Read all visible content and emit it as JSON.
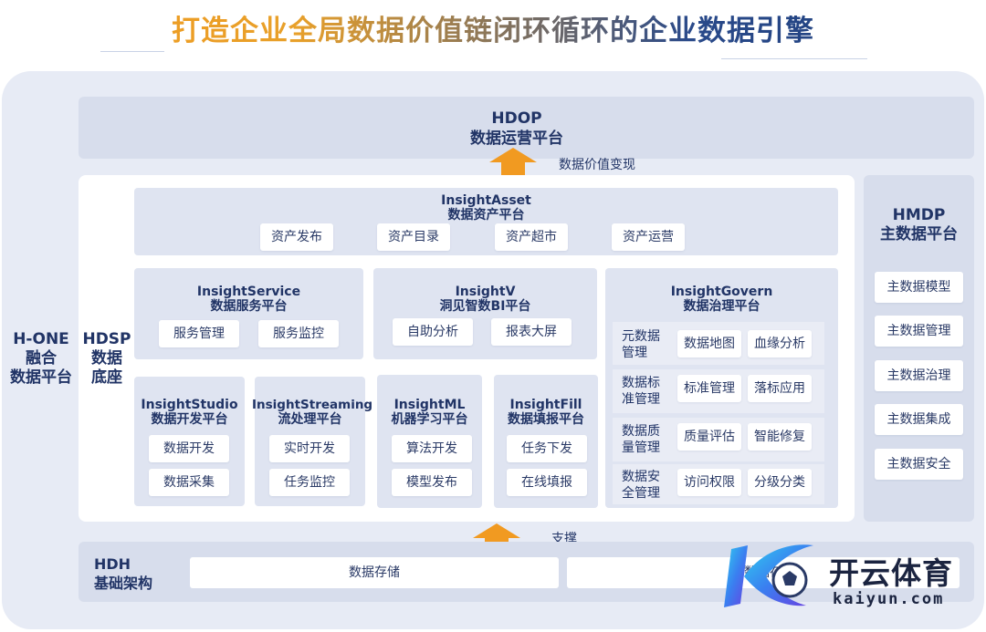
{
  "title": "打造企业全局数据价值链闭环循环的企业数据引擎",
  "hdop": {
    "name": "HDOP",
    "label": "数据运营平台"
  },
  "value_arrow_label": "数据价值变现",
  "support_arrow_label": "支撑",
  "hone": {
    "line1": "H-ONE",
    "line2": "融合",
    "line3": "数据平台"
  },
  "hdsp": {
    "line1": "HDSP",
    "line2": "数据",
    "line3": "底座"
  },
  "asset": {
    "name": "InsightAsset",
    "label": "数据资产平台",
    "items": [
      "资产发布",
      "资产目录",
      "资产超市",
      "资产运营"
    ]
  },
  "service": {
    "name": "InsightService",
    "label": "数据服务平台",
    "items": [
      "服务管理",
      "服务监控"
    ]
  },
  "insightv": {
    "name": "InsightV",
    "label": "洞见智数BI平台",
    "items": [
      "自助分析",
      "报表大屏"
    ]
  },
  "govern": {
    "name": "InsightGovern",
    "label": "数据治理平台",
    "rows": [
      {
        "label1": "元数据",
        "label2": "管理",
        "a": "数据地图",
        "b": "血缘分析"
      },
      {
        "label1": "数据标",
        "label2": "准管理",
        "a": "标准管理",
        "b": "落标应用"
      },
      {
        "label1": "数据质",
        "label2": "量管理",
        "a": "质量评估",
        "b": "智能修复"
      },
      {
        "label1": "数据安",
        "label2": "全管理",
        "a": "访问权限",
        "b": "分级分类"
      }
    ]
  },
  "studio": {
    "name": "InsightStudio",
    "label": "数据开发平台",
    "items": [
      "数据开发",
      "数据采集"
    ]
  },
  "streaming": {
    "name": "InsightStreaming",
    "label": "流处理平台",
    "items": [
      "实时开发",
      "任务监控"
    ]
  },
  "ml": {
    "name": "InsightML",
    "label": "机器学习平台",
    "items": [
      "算法开发",
      "模型发布"
    ]
  },
  "fill": {
    "name": "InsightFill",
    "label": "数据填报平台",
    "items": [
      "任务下发",
      "在线填报"
    ]
  },
  "hmdp": {
    "name": "HMDP",
    "label": "主数据平台",
    "items": [
      "主数据模型",
      "主数据管理",
      "主数据治理",
      "主数据集成",
      "主数据安全"
    ]
  },
  "hdh": {
    "name": "HDH",
    "label": "基础架构",
    "items": [
      "数据存储",
      "数据存"
    ]
  },
  "watermark": {
    "brand": "开云体育",
    "domain": "kaiyun.com"
  }
}
